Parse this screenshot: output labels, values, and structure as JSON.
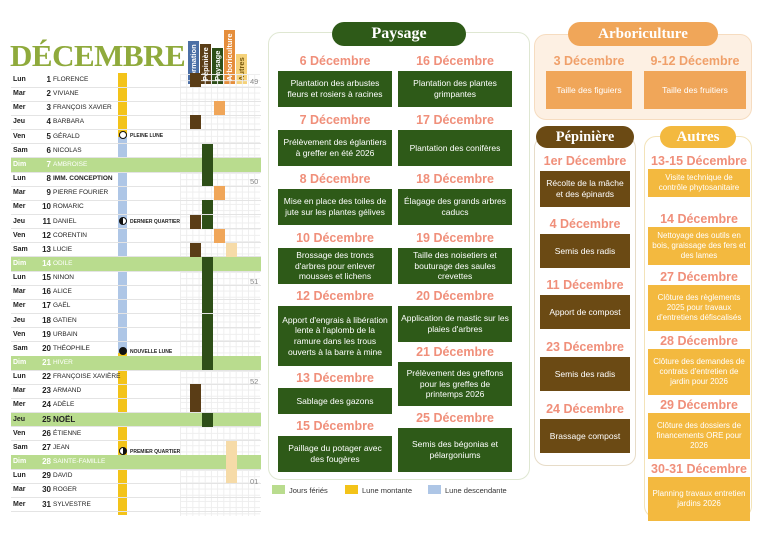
{
  "calendar": {
    "title": "DÉCEMBRE",
    "column_headers": [
      "Formation",
      "Pépinière",
      "Paysage",
      "Arboriculture",
      "Autres"
    ],
    "week_numbers": [
      "49",
      "50",
      "51",
      "52",
      "01"
    ],
    "moon_labels": {
      "full": "PLEINE LUNE",
      "last_quarter": "DERNIER QUARTIER",
      "new": "NOUVELLE LUNE",
      "first_quarter": "PREMIER QUARTIER"
    },
    "days": [
      {
        "dn": "Lun",
        "num": "1",
        "saint": "FLORENCE"
      },
      {
        "dn": "Mar",
        "num": "2",
        "saint": "VIVIANE"
      },
      {
        "dn": "Mer",
        "num": "3",
        "saint": "FRANÇOIS XAVIER"
      },
      {
        "dn": "Jeu",
        "num": "4",
        "saint": "BARBARA"
      },
      {
        "dn": "Ven",
        "num": "5",
        "saint": "GÉRALD"
      },
      {
        "dn": "Sam",
        "num": "6",
        "saint": "NICOLAS"
      },
      {
        "dn": "Dim",
        "num": "7",
        "saint": "AMBROISE"
      },
      {
        "dn": "Lun",
        "num": "8",
        "saint": "IMM. CONCEPTION"
      },
      {
        "dn": "Mar",
        "num": "9",
        "saint": "PIERRE FOURIER"
      },
      {
        "dn": "Mer",
        "num": "10",
        "saint": "ROMARIC"
      },
      {
        "dn": "Jeu",
        "num": "11",
        "saint": "DANIEL"
      },
      {
        "dn": "Ven",
        "num": "12",
        "saint": "CORENTIN"
      },
      {
        "dn": "Sam",
        "num": "13",
        "saint": "LUCIE"
      },
      {
        "dn": "Dim",
        "num": "14",
        "saint": "ODILE"
      },
      {
        "dn": "Lun",
        "num": "15",
        "saint": "NINON"
      },
      {
        "dn": "Mar",
        "num": "16",
        "saint": "ALICE"
      },
      {
        "dn": "Mer",
        "num": "17",
        "saint": "GAËL"
      },
      {
        "dn": "Jeu",
        "num": "18",
        "saint": "GATIEN"
      },
      {
        "dn": "Ven",
        "num": "19",
        "saint": "URBAIN"
      },
      {
        "dn": "Sam",
        "num": "20",
        "saint": "THÉOPHILE"
      },
      {
        "dn": "Dim",
        "num": "21",
        "saint": "HIVER"
      },
      {
        "dn": "Lun",
        "num": "22",
        "saint": "FRANÇOISE XAVIÈRE"
      },
      {
        "dn": "Mar",
        "num": "23",
        "saint": "ARMAND"
      },
      {
        "dn": "Mer",
        "num": "24",
        "saint": "ADÈLE"
      },
      {
        "dn": "Jeu",
        "num": "25",
        "saint": "NOËL"
      },
      {
        "dn": "Ven",
        "num": "26",
        "saint": "ÉTIENNE"
      },
      {
        "dn": "Sam",
        "num": "27",
        "saint": "JEAN"
      },
      {
        "dn": "Dim",
        "num": "28",
        "saint": "SAINTE-FAMILLE"
      },
      {
        "dn": "Lun",
        "num": "29",
        "saint": "DAVID"
      },
      {
        "dn": "Mar",
        "num": "30",
        "saint": "ROGER"
      },
      {
        "dn": "Mer",
        "num": "31",
        "saint": "SYLVESTRE"
      }
    ]
  },
  "legend": {
    "feries": "Jours fériés",
    "montante": "Lune montante",
    "descendante": "Lune descendante",
    "colors": {
      "feries": "#b9dc8e",
      "montante": "#f3c319",
      "descendante": "#aec6e6"
    }
  },
  "paysage": {
    "title": "Paysage",
    "left": [
      {
        "date": "6 Décembre",
        "task": "Plantation des arbustes fleurs et rosiers à racines"
      },
      {
        "date": "7 Décembre",
        "task": "Prélèvement des églantiers à greffer en été 2026"
      },
      {
        "date": "8 Décembre",
        "task": "Mise en place des toiles de jute sur les plantes gélives"
      },
      {
        "date": "10 Décembre",
        "task": "Brossage des troncs d'arbres pour enlever mousses et lichens"
      },
      {
        "date": "12 Décembre",
        "task": "Apport d'engrais à libération lente à l'aplomb de la ramure dans les trous ouverts à la barre à mine"
      },
      {
        "date": "13 Décembre",
        "task": "Sablage des gazons"
      },
      {
        "date": "15 Décembre",
        "task": "Paillage du potager avec des fougères"
      }
    ],
    "right": [
      {
        "date": "16 Décembre",
        "task": "Plantation des plantes grimpantes"
      },
      {
        "date": "17 Décembre",
        "task": "Plantation des conifères"
      },
      {
        "date": "18 Décembre",
        "task": "Élagage des grands arbres caducs"
      },
      {
        "date": "19 Décembre",
        "task": "Taille des noisetiers et bouturage des saules crevettes"
      },
      {
        "date": "20 Décembre",
        "task": "Application de mastic sur les plaies d'arbres"
      },
      {
        "date": "21 Décembre",
        "task": "Prélèvement des greffons pour les greffes de printemps 2026"
      },
      {
        "date": "25 Décembre",
        "task": "Semis des bégonias et pélargoniums"
      }
    ]
  },
  "arboriculture": {
    "title": "Arboriculture",
    "items": [
      {
        "date": "3 Décembre",
        "task": "Taille des figuiers"
      },
      {
        "date": "9-12 Décembre",
        "task": "Taille des fruitiers"
      }
    ]
  },
  "pepiniere": {
    "title": "Pépinière",
    "items": [
      {
        "date": "1er Décembre",
        "task": "Récolte de la mâche et des épinards"
      },
      {
        "date": "4 Décembre",
        "task": "Semis des radis"
      },
      {
        "date": "11 Décembre",
        "task": "Apport de compost"
      },
      {
        "date": "23 Décembre",
        "task": "Semis des radis"
      },
      {
        "date": "24 Décembre",
        "task": "Brassage compost"
      }
    ]
  },
  "autres": {
    "title": "Autres",
    "items": [
      {
        "date": "13-15 Décembre",
        "task": "Visite technique de contrôle phytosanitaire"
      },
      {
        "date": "14 Décembre",
        "task": "Nettoyage des outils en bois, graissage des fers et des lames"
      },
      {
        "date": "27 Décembre",
        "task": "Clôture des règlements 2025 pour travaux d'entretiens défiscalisés"
      },
      {
        "date": "28 Décembre",
        "task": "Clôture des demandes de contrats d'entretien de jardin pour 2026"
      },
      {
        "date": "29 Décembre",
        "task": "Clôture des dossiers de financements ORE pour 2026"
      },
      {
        "date": "30-31 Décembre",
        "task": "Planning travaux entretien jardins 2026"
      }
    ]
  },
  "colors": {
    "paysage_title": "#2e5a18",
    "arboriculture_title": "#f0a659",
    "pepiniere_title": "#6b4a14",
    "autres_title": "#f3b93f",
    "date_text": "#f08f7a"
  }
}
